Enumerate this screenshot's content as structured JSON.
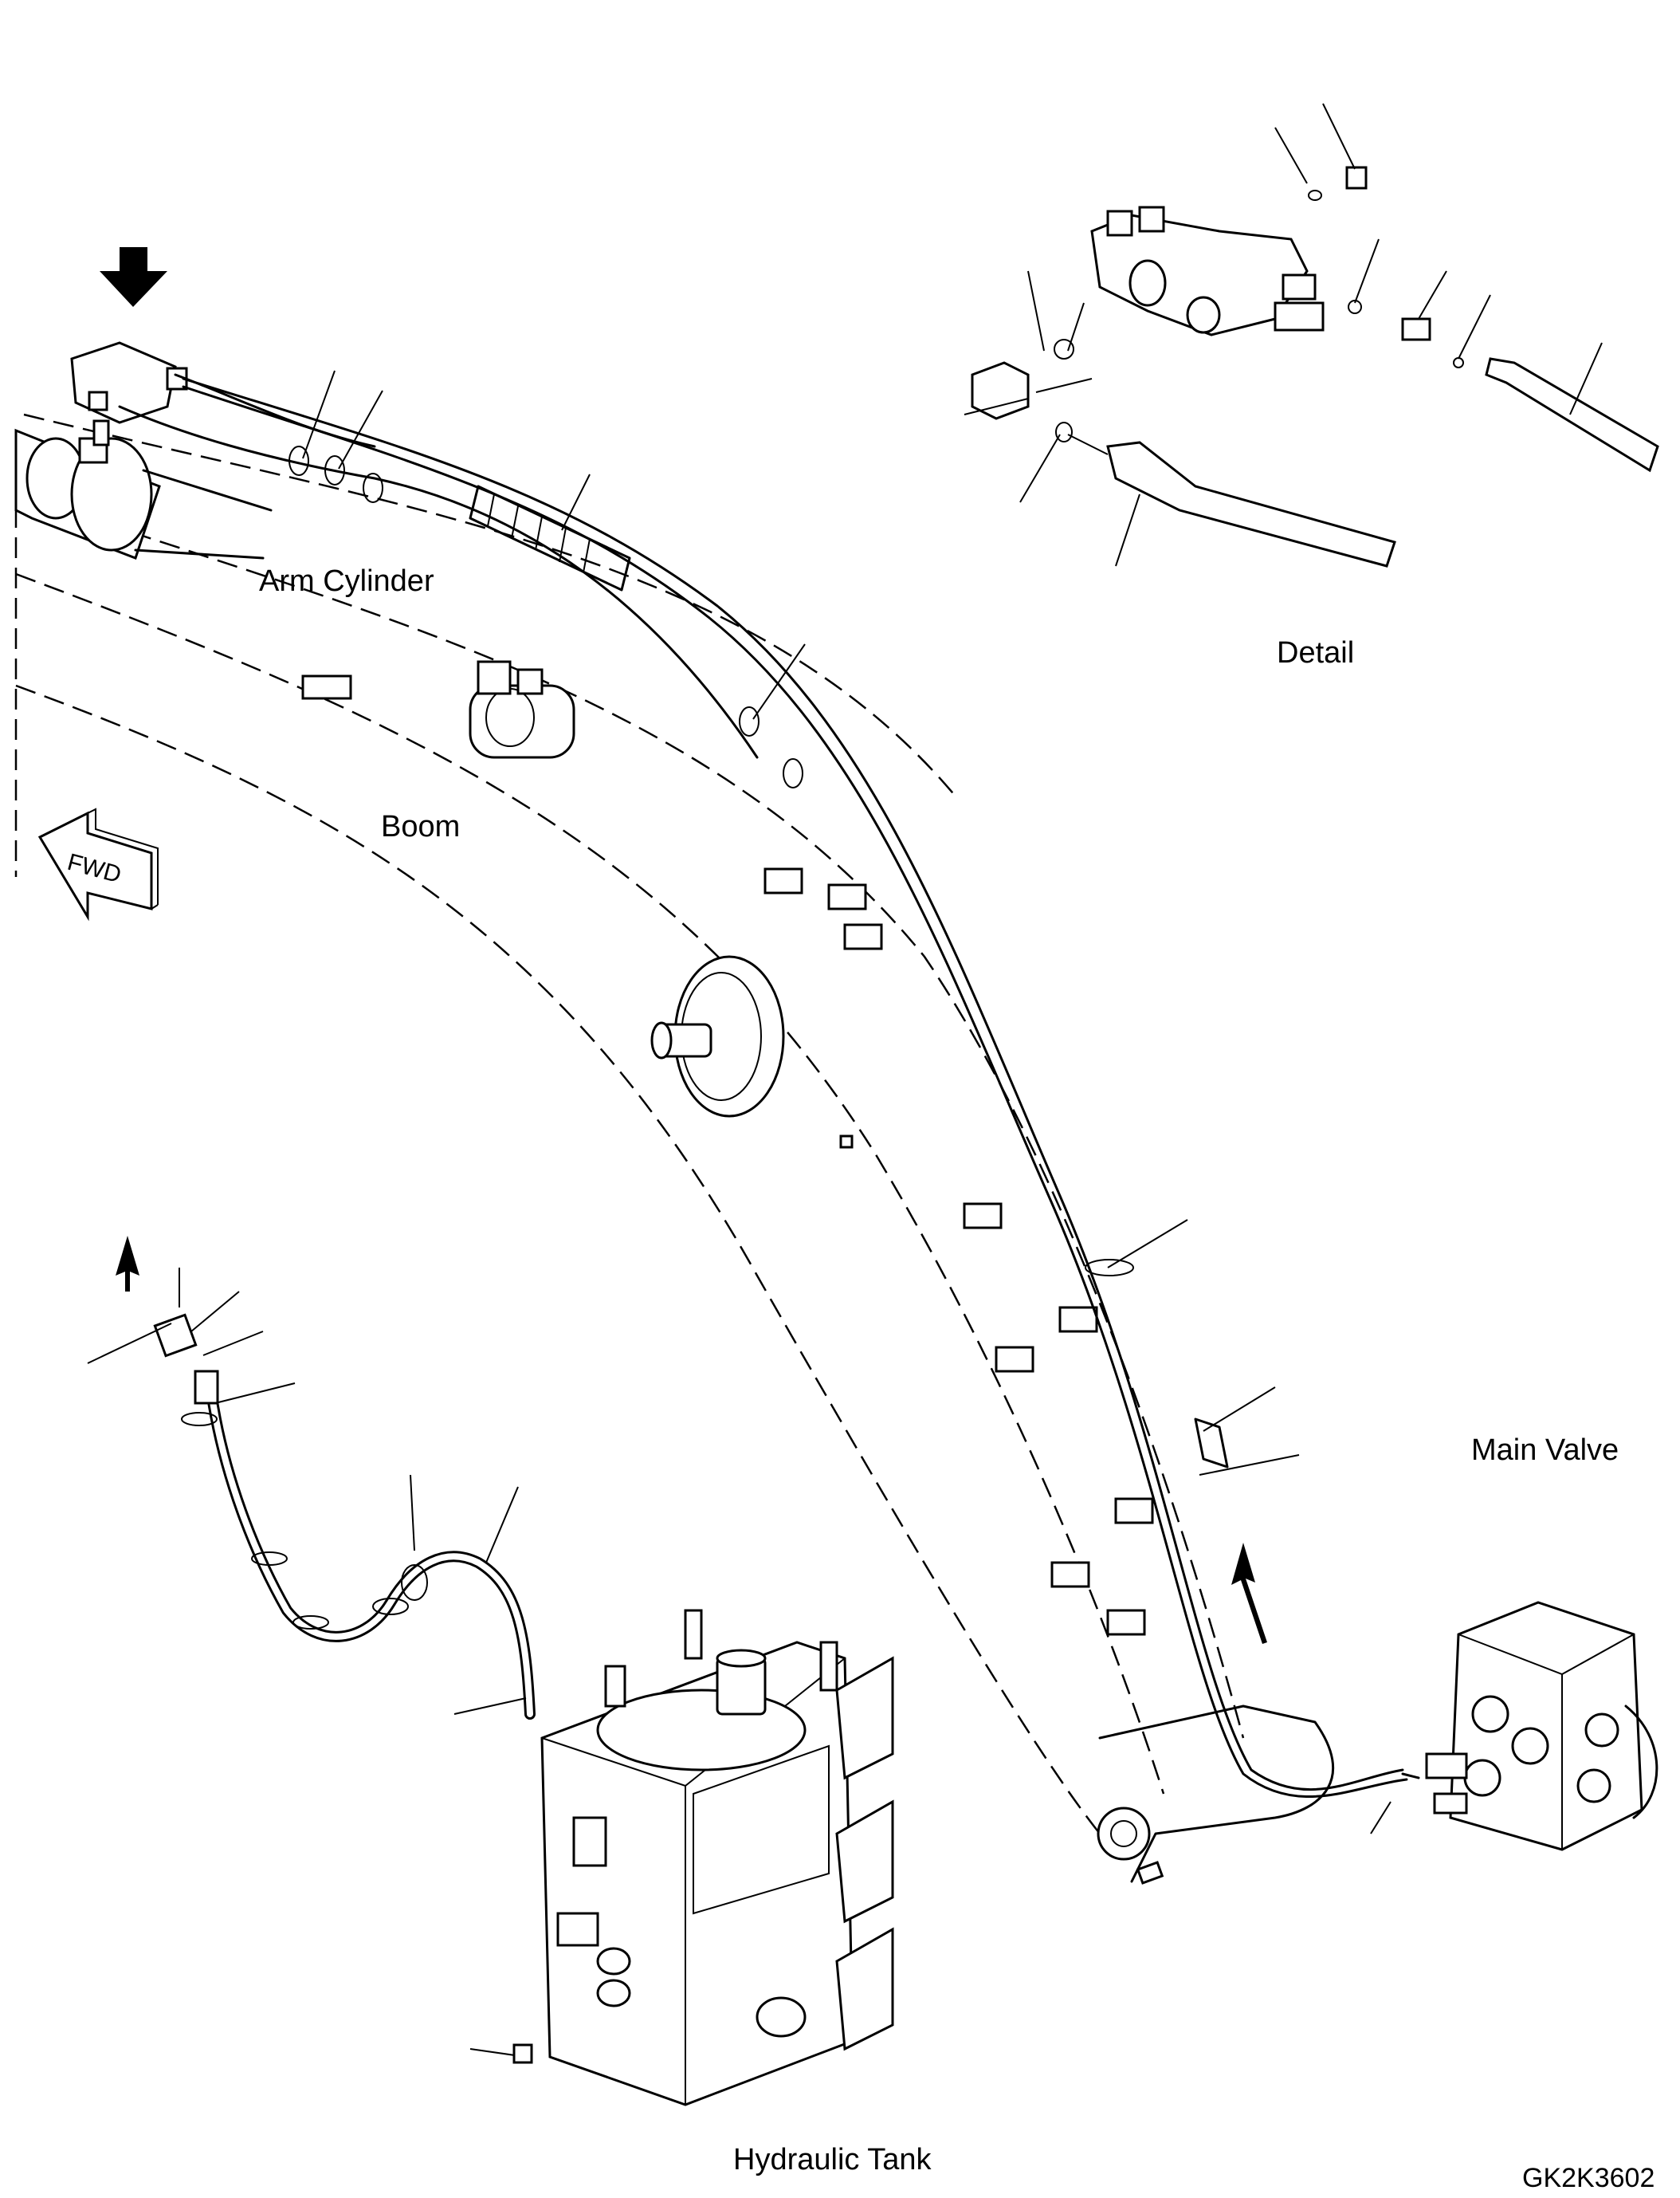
{
  "labels": {
    "arm_cylinder": "Arm Cylinder",
    "boom": "Boom",
    "detail": "Detail",
    "main_valve": "Main Valve",
    "hydraulic_tank": "Hydraulic Tank",
    "fwd": "FWD"
  },
  "drawing_code": "GK2K3602",
  "colors": {
    "line": "#000000",
    "background": "#ffffff"
  },
  "icons": [
    "down-arrow-icon",
    "fwd-arrow-icon",
    "up-arrow-icon"
  ]
}
